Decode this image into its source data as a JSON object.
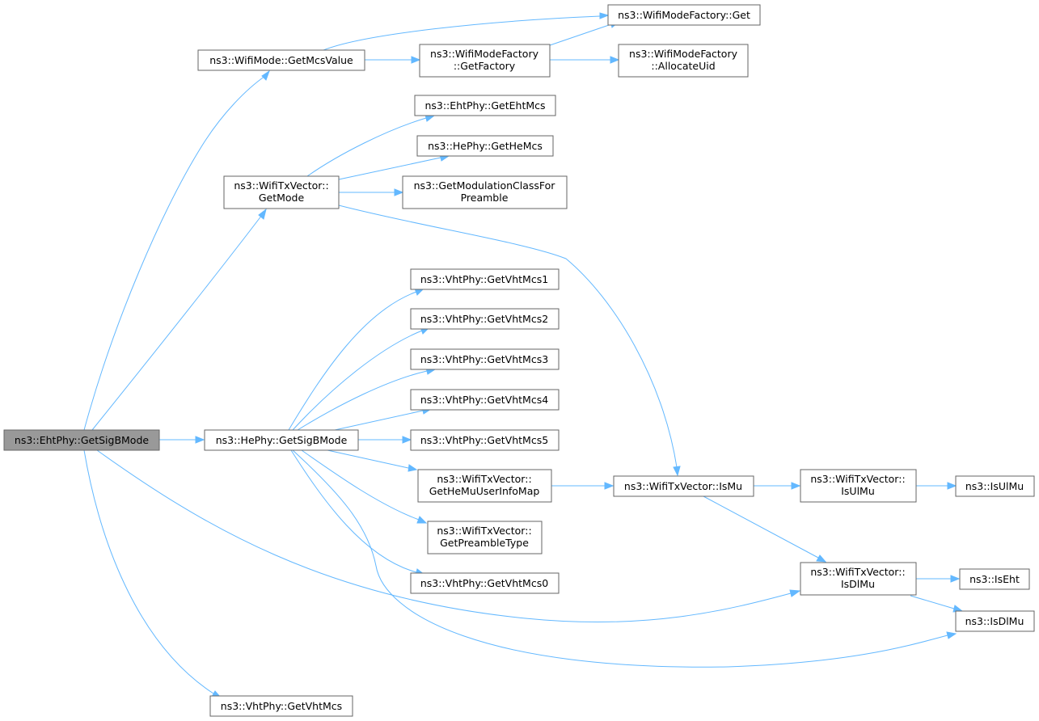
{
  "nodes": {
    "n_getsigbmode_eht": "ns3::EhtPhy::GetSigBMode",
    "n_getmcsvalue": "ns3::WifiMode::GetMcsValue",
    "n_factory_get": "ns3::WifiModeFactory::Get",
    "n_getfactory": [
      "ns3::WifiModeFactory",
      "::GetFactory"
    ],
    "n_allocateuid": [
      "ns3::WifiModeFactory",
      "::AllocateUid"
    ],
    "n_getehtmcs": "ns3::EhtPhy::GetEhtMcs",
    "n_gethemcs": "ns3::HePhy::GetHeMcs",
    "n_getmode": [
      "ns3::WifiTxVector::",
      "GetMode"
    ],
    "n_getmodclass": [
      "ns3::GetModulationClassFor",
      "Preamble"
    ],
    "n_getvhtmcs1": "ns3::VhtPhy::GetVhtMcs1",
    "n_getvhtmcs2": "ns3::VhtPhy::GetVhtMcs2",
    "n_getvhtmcs3": "ns3::VhtPhy::GetVhtMcs3",
    "n_getvhtmcs4": "ns3::VhtPhy::GetVhtMcs4",
    "n_getsigbmode_he": "ns3::HePhy::GetSigBMode",
    "n_getvhtmcs5": "ns3::VhtPhy::GetVhtMcs5",
    "n_gethemuuserinfomap": [
      "ns3::WifiTxVector::",
      "GetHeMuUserInfoMap"
    ],
    "n_ismu": "ns3::WifiTxVector::IsMu",
    "n_isulmu_tx": [
      "ns3::WifiTxVector::",
      "IsUlMu"
    ],
    "n_isulmu": "ns3::IsUlMu",
    "n_getpreambletype": [
      "ns3::WifiTxVector::",
      "GetPreambleType"
    ],
    "n_isdlmu_tx": [
      "ns3::WifiTxVector::",
      "IsDlMu"
    ],
    "n_iseht": "ns3::IsEht",
    "n_getvhtmcs0": "ns3::VhtPhy::GetVhtMcs0",
    "n_isdlmu": "ns3::IsDlMu",
    "n_getvhtmcs": "ns3::VhtPhy::GetVhtMcs"
  },
  "colors": {
    "edge": "#63b8ff",
    "node_border": "#666666",
    "root_fill": "#999999",
    "node_fill": "#ffffff"
  }
}
